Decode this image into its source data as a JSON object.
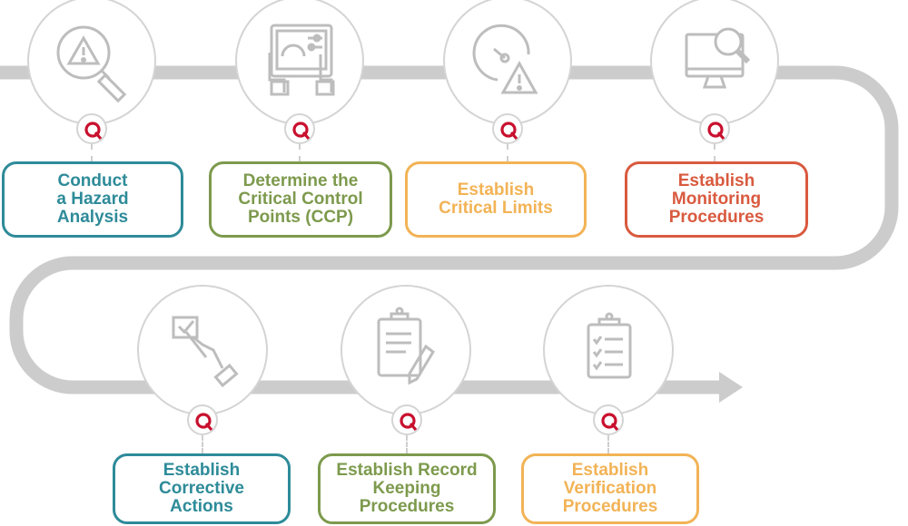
{
  "colors": {
    "teal": "#2e8b99",
    "green": "#7d9a4d",
    "orange": "#f2b356",
    "red": "#d95a3f",
    "badge": "#c8102e",
    "track": "#cccccc"
  },
  "steps": [
    {
      "label": "Conduct\na Hazard\nAnalysis",
      "icon": "magnifier-warning-icon"
    },
    {
      "label": "Determine the\nCritical Control\nPoints (CCP)",
      "icon": "tablet-dashboard-icon"
    },
    {
      "label": "Establish\nCritical Limits",
      "icon": "gauge-warning-icon"
    },
    {
      "label": "Establish\nMonitoring\nProcedures",
      "icon": "monitor-search-icon"
    },
    {
      "label": "Establish\nCorrective\nActions",
      "icon": "hand-checkbox-icon"
    },
    {
      "label": "Establish Record\nKeeping\nProcedures",
      "icon": "clipboard-pencil-icon"
    },
    {
      "label": "Establish\nVerification\nProcedures",
      "icon": "clipboard-checklist-icon"
    }
  ]
}
